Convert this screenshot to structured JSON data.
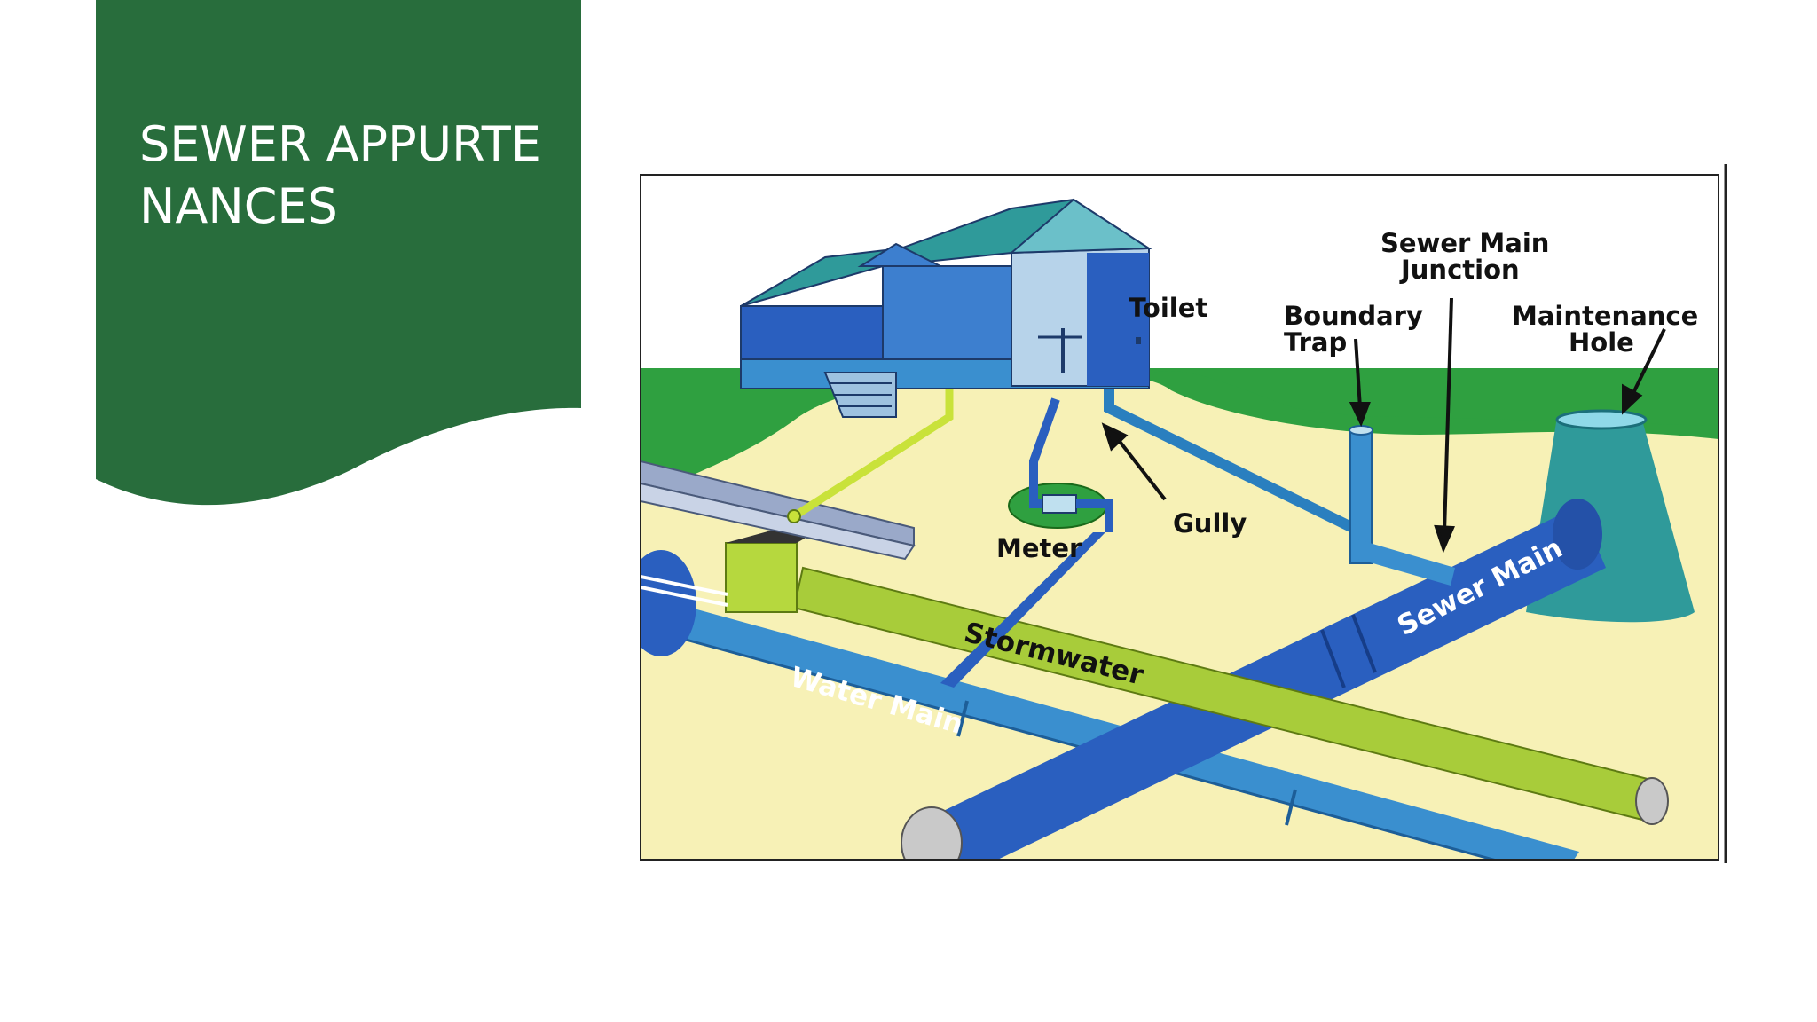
{
  "slide": {
    "title": "SEWER APPURTENANCES",
    "colors": {
      "panel": "#286d3c",
      "title_text": "#ffffff"
    }
  },
  "diagram": {
    "labels": {
      "toilet": "Toilet",
      "boundary_trap_1": "Boundary",
      "boundary_trap_2": "Trap",
      "sewer_main_junction_1": "Sewer Main",
      "sewer_main_junction_2": "Junction",
      "maintenance_hole_1": "Maintenance",
      "maintenance_hole_2": "Hole",
      "gully": "Gully",
      "meter": "Meter",
      "stormwater": "Stormwater",
      "water_main": "Water Main",
      "sewer_main": "Sewer Main"
    },
    "colors": {
      "sky": "#ffffff",
      "grass": "#2fa040",
      "sand": "#f7f1b6",
      "sewer": "#2a5fbf",
      "water": "#3a8fcf",
      "stormwater": "#a8cc3a",
      "house": "#3d7fcf"
    }
  }
}
